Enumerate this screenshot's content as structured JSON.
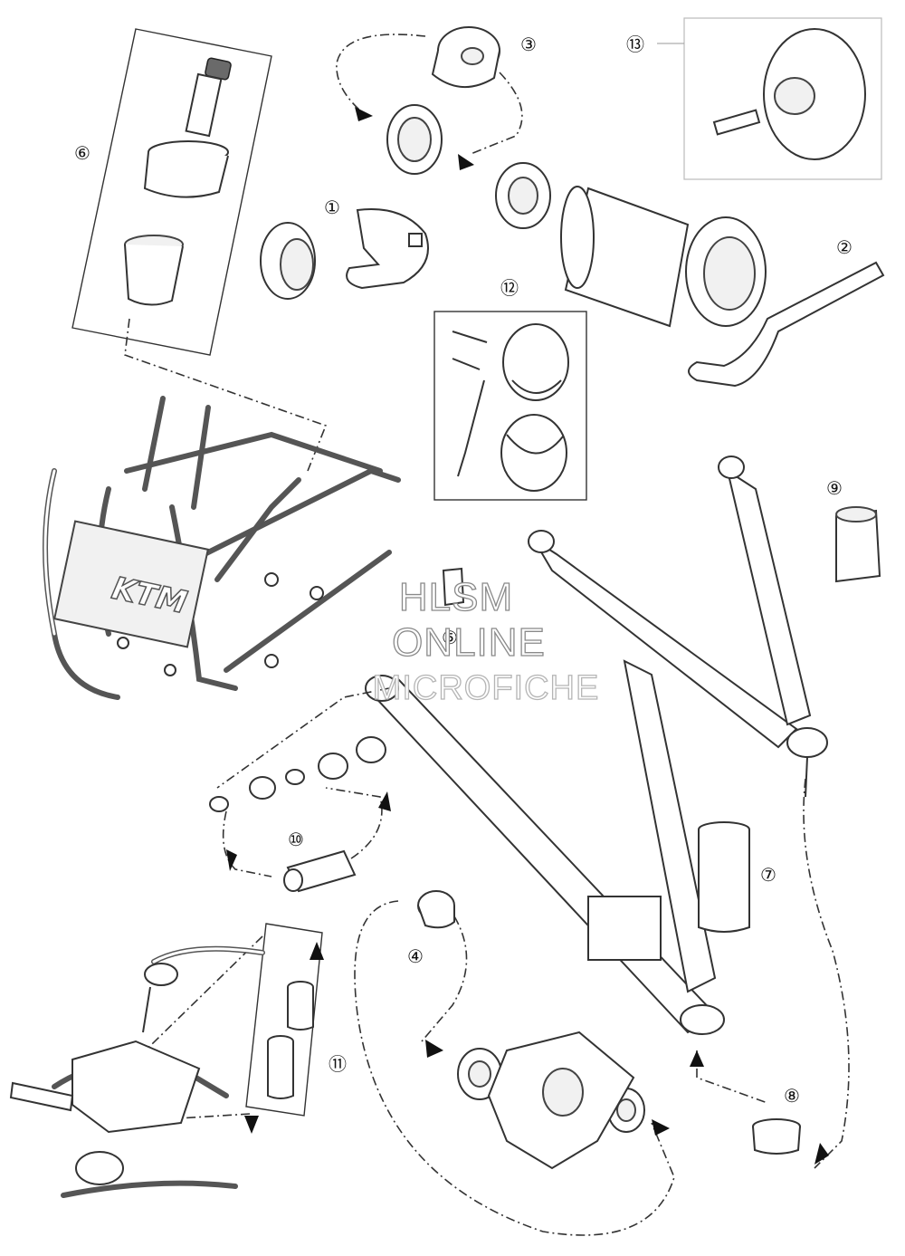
{
  "diagram": {
    "callouts": [
      {
        "id": "c1",
        "label": "①"
      },
      {
        "id": "c2",
        "label": "②"
      },
      {
        "id": "c3",
        "label": "③"
      },
      {
        "id": "c4",
        "label": "④"
      },
      {
        "id": "c5",
        "label": "⑤"
      },
      {
        "id": "c6",
        "label": "⑥"
      },
      {
        "id": "c7",
        "label": "⑦"
      },
      {
        "id": "c8",
        "label": "⑧"
      },
      {
        "id": "c9",
        "label": "⑨"
      },
      {
        "id": "c10",
        "label": "⑩"
      },
      {
        "id": "c11",
        "label": "⑪"
      },
      {
        "id": "c12",
        "label": "⑫"
      },
      {
        "id": "c13",
        "label": "⑬"
      }
    ],
    "watermark": {
      "line1": "HLSM",
      "line2": "ONLINE",
      "line3": "MICROFICHE"
    },
    "brand_logo": "KTM",
    "colors": {
      "line": "#333333",
      "watermark_outline": "#8a8a8a",
      "background": "#ffffff"
    }
  }
}
